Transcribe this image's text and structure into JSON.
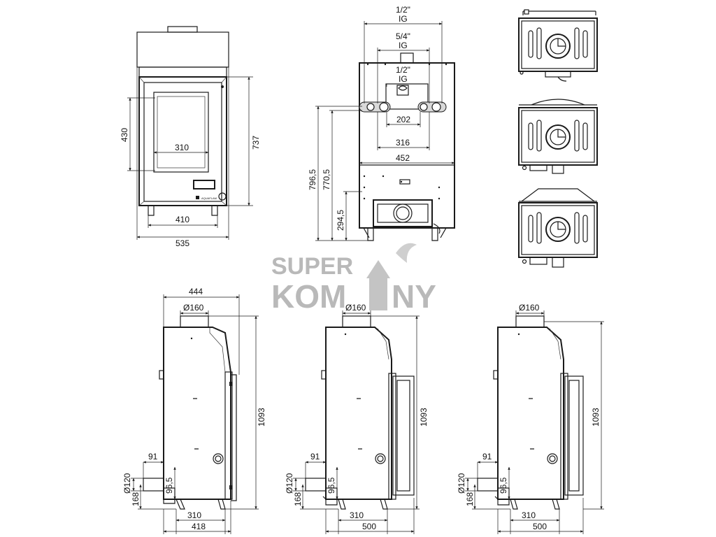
{
  "watermark": {
    "line1": "SUPER",
    "line2a": "KOM",
    "line2b": "NY"
  },
  "front_view": {
    "depth_total": "535",
    "width_inner": "410",
    "glass_width": "310",
    "glass_height": "430",
    "height": "737",
    "brand": "AQUAFLAM"
  },
  "rear_view": {
    "conn_top_size": "1/2\"",
    "conn_top_thread": "IG",
    "conn_mid_size": "5/4\"",
    "conn_mid_thread": "IG",
    "conn_low_size": "1/2\"",
    "conn_low_thread": "IG",
    "spacing_202": "202",
    "spacing_316": "316",
    "width_452": "452",
    "height_7965": "796,5",
    "height_7705": "770,5",
    "height_2945": "294,5"
  },
  "side_views": [
    {
      "top_width": "444",
      "flue": "Ø160",
      "height": "1093",
      "inlet_dist": "91",
      "inlet_diam": "Ø120",
      "inlet_height": "96,5",
      "base_height": "168",
      "feet": "310",
      "depth": "418"
    },
    {
      "flue": "Ø160",
      "height": "1093",
      "inlet_dist": "91",
      "inlet_diam": "Ø120",
      "inlet_height": "96,5",
      "base_height": "168",
      "feet": "310",
      "depth": "500"
    },
    {
      "flue": "Ø160",
      "height": "1093",
      "inlet_dist": "91",
      "inlet_diam": "Ø120",
      "inlet_height": "96,5",
      "base_height": "168",
      "feet": "310",
      "depth": "500"
    }
  ]
}
